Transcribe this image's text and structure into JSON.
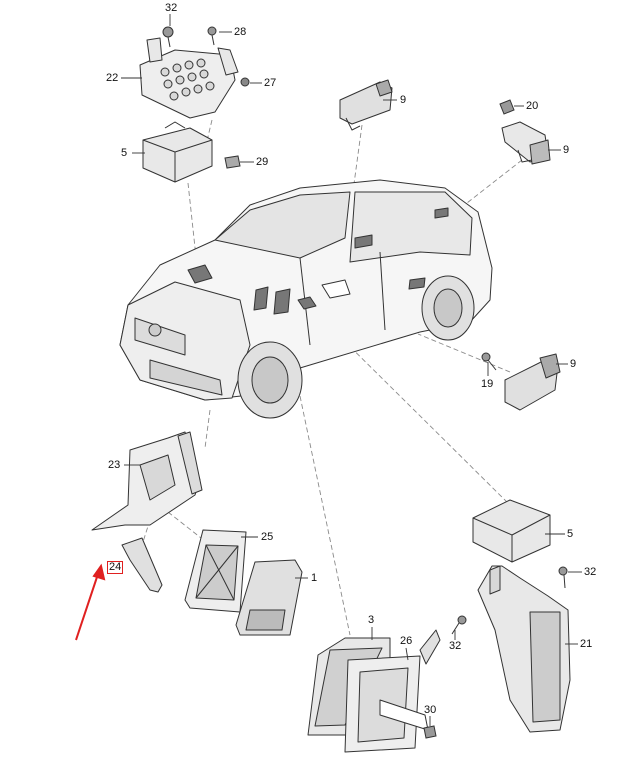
{
  "callouts": {
    "c1": "1",
    "c3": "3",
    "c5a": "5",
    "c5b": "5",
    "c9a": "9",
    "c9b": "9",
    "c9c": "9",
    "c19": "19",
    "c20": "20",
    "c21": "21",
    "c22": "22",
    "c23": "23",
    "c24": "24",
    "c25": "25",
    "c26": "26",
    "c27": "27",
    "c28": "28",
    "c29": "29",
    "c30": "30",
    "c32a": "32",
    "c32b": "32",
    "c32c": "32"
  },
  "highlight": {
    "callout": "24",
    "box_color": "#e02020",
    "arrow_color": "#e02020"
  },
  "colors": {
    "line": "#333333",
    "fill": "#ffffff",
    "shade": "#d8d8d8",
    "dark": "#9a9a9a",
    "leader": "#8a8a8a"
  }
}
